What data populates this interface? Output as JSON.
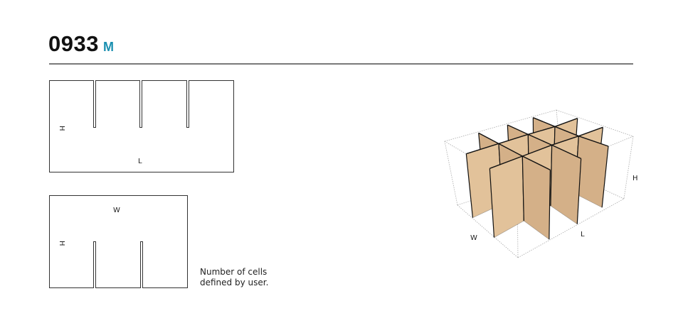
{
  "header": {
    "code": "0933",
    "size": "M"
  },
  "side_view": {
    "height_label": "H",
    "length_label": "L"
  },
  "end_view": {
    "height_label": "H",
    "width_label": "W"
  },
  "note": {
    "line1": "Number of cells",
    "line2": "defined by user."
  },
  "iso_view": {
    "width_label": "W",
    "length_label": "L",
    "height_label": "H"
  },
  "colors": {
    "accent": "#1a8fb0",
    "panel": "#e2c29a",
    "panel_dark": "#d4b088"
  }
}
